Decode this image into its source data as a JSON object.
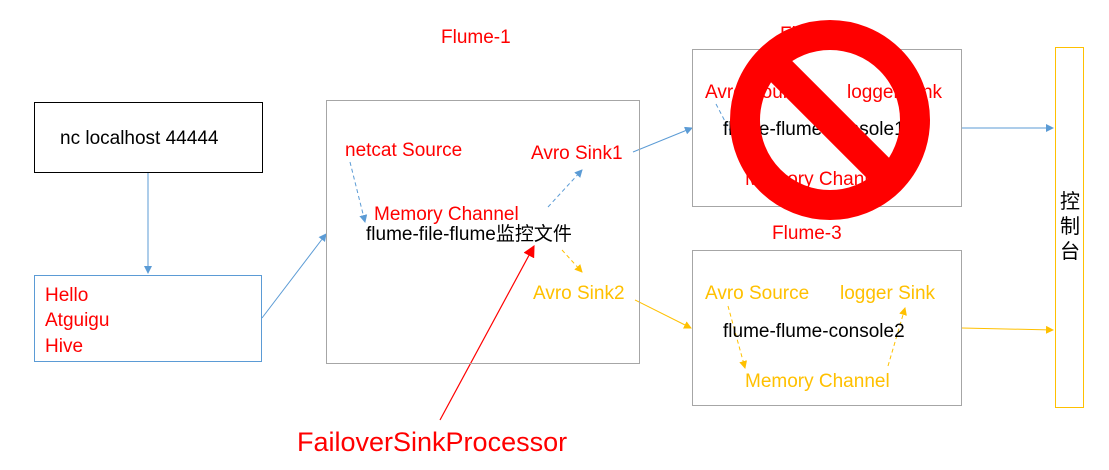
{
  "colors": {
    "red": "#ff0000",
    "orange": "#ffc000",
    "blue": "#5b9bd5",
    "gray": "#a6a6a6"
  },
  "input": {
    "command": "nc localhost 44444",
    "lines": [
      "Hello",
      "Atguigu",
      "Hive"
    ]
  },
  "flume1": {
    "label": "Flume-1",
    "source": "netcat Source",
    "channel": "Memory  Channel",
    "name": "flume-file-flume监控文件",
    "sink1": "Avro Sink1",
    "sink2": "Avro Sink2"
  },
  "flume2": {
    "label": "Flume-2",
    "source": "Avro Source",
    "sink": "logger Sink",
    "name": "flume-flume-console1",
    "channel": "Memory Channel",
    "status_icon": "prohibited-icon"
  },
  "flume3": {
    "label": "Flume-3",
    "source": "Avro Source",
    "sink": "logger Sink",
    "name": "flume-flume-console2",
    "channel": "Memory Channel"
  },
  "console": {
    "label": "控制台"
  },
  "processor": {
    "label": "FailoverSinkProcessor"
  }
}
